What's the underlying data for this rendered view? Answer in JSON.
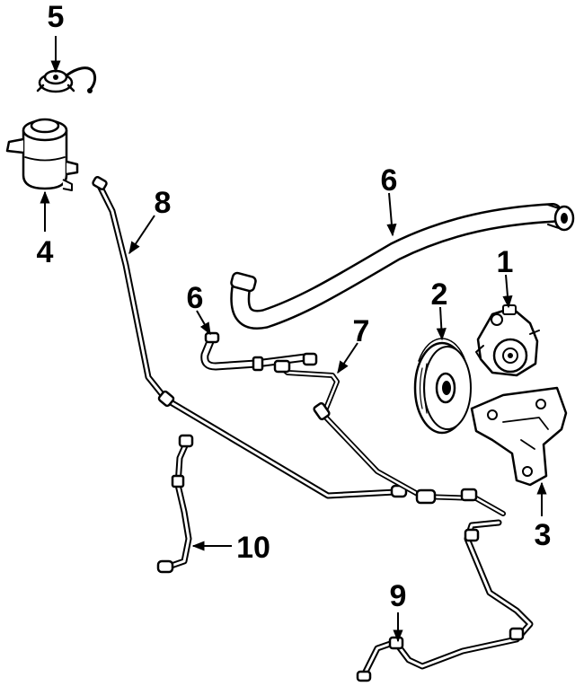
{
  "diagram": {
    "callouts": [
      {
        "id": "c1",
        "label": "1"
      },
      {
        "id": "c2",
        "label": "2"
      },
      {
        "id": "c3",
        "label": "3"
      },
      {
        "id": "c4",
        "label": "4"
      },
      {
        "id": "c5",
        "label": "5"
      },
      {
        "id": "c6a",
        "label": "6"
      },
      {
        "id": "c6b",
        "label": "6"
      },
      {
        "id": "c7",
        "label": "7"
      },
      {
        "id": "c8",
        "label": "8"
      },
      {
        "id": "c9",
        "label": "9"
      },
      {
        "id": "c10",
        "label": "10"
      }
    ],
    "colors": {
      "ink": "#000000",
      "paper": "#ffffff"
    }
  }
}
